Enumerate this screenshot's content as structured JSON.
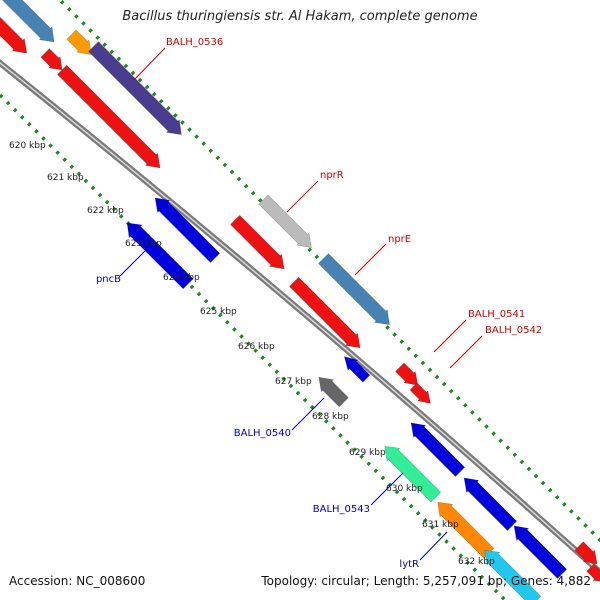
{
  "title": "Bacillus thuringiensis str. Al Hakam, complete genome",
  "footer": {
    "accession": "Accession: NC_008600",
    "summary": "Topology: circular; Length: 5,257,091 bp; Genes: 4,882"
  },
  "colors": {
    "tick": "#1a8a1a",
    "backbone": "#888888",
    "label_forward": "#cc0000",
    "label_reverse": "#0000bb",
    "scale_text": "#222222"
  },
  "scale_labels": [
    "620 kbp",
    "621 kbp",
    "622 kbp",
    "623 kbp",
    "624 kbp",
    "625 kbp",
    "626 kbp",
    "627 kbp",
    "628 kbp",
    "629 kbp",
    "630 kbp",
    "631 kbp",
    "632 kbp"
  ],
  "genes": [
    {
      "name": "BALH_0536",
      "strand": "forward"
    },
    {
      "name": "nprR",
      "strand": "forward"
    },
    {
      "name": "nprE",
      "strand": "forward"
    },
    {
      "name": "BALH_0541",
      "strand": "forward"
    },
    {
      "name": "BALH_0542",
      "strand": "forward"
    },
    {
      "name": "pncB",
      "strand": "reverse"
    },
    {
      "name": "BALH_0540",
      "strand": "reverse"
    },
    {
      "name": "BALH_0543",
      "strand": "reverse"
    },
    {
      "name": "lytR",
      "strand": "reverse"
    }
  ],
  "feature_icons": [
    "gene-arrow-icon"
  ]
}
